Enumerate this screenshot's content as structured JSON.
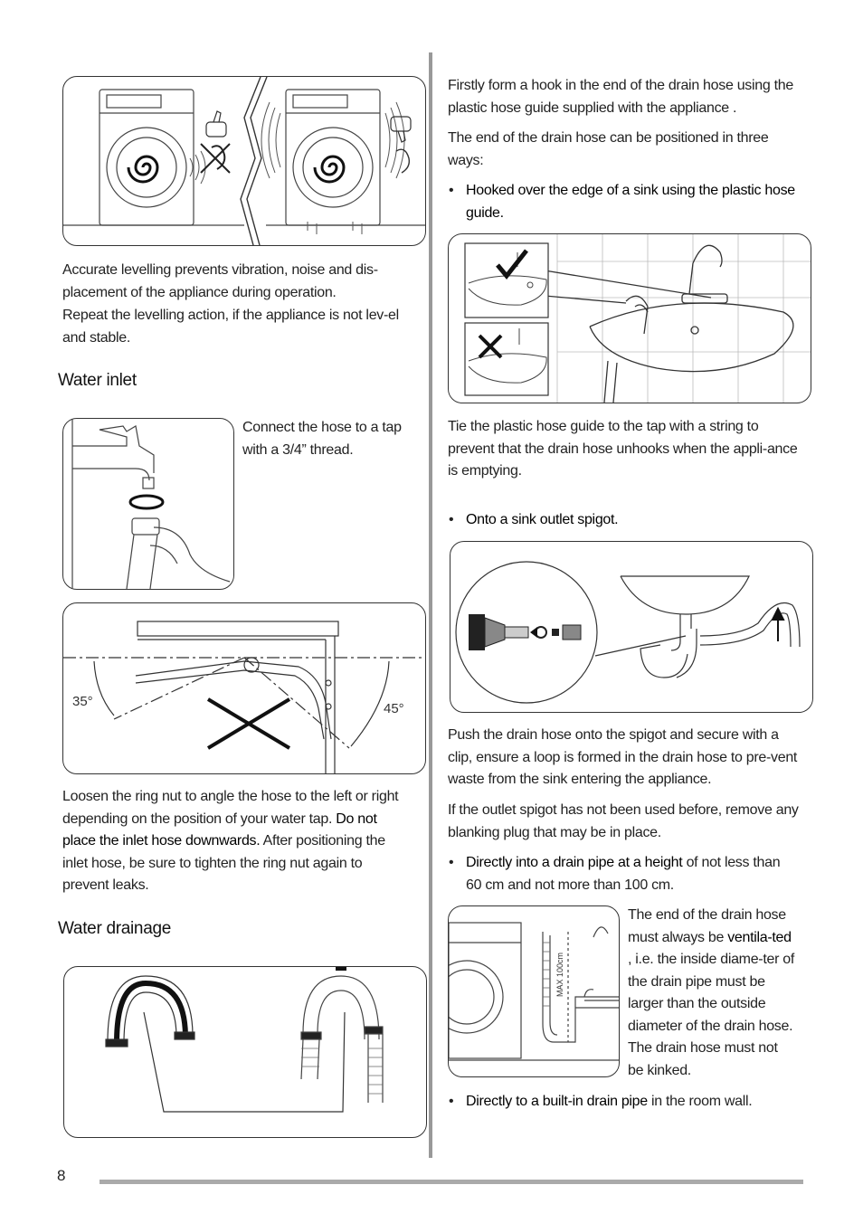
{
  "left": {
    "levelling_text": "Accurate levelling prevents vibration, noise and dis-placement of the appliance during operation.",
    "levelling_text2": "Repeat the levelling action, if the appliance is not lev-el and stable.",
    "water_inlet_heading": "Water inlet",
    "connect_text": "Connect the hose to a tap with a 3/4” thread.",
    "angle_left": "35°",
    "angle_right": "45°",
    "loosen_text_a": "Loosen the ring nut to angle the hose to the left or right depending on the position of your water tap.",
    "loosen_text_bold": "Do not place the inlet hose downwards.",
    "loosen_text_b": "After positioning the inlet hose, be sure to tighten the ring nut again to prevent leaks.",
    "water_drainage_heading": "Water drainage"
  },
  "right": {
    "hook_text": "Firstly form a hook in the end of the drain hose using the plastic hose guide supplied with the appliance .",
    "three_ways_text": "The end of the drain hose can be positioned in three ways:",
    "bullet1": "Hooked over the edge of a sink using the plastic hose guide.",
    "tie_text": "Tie the plastic hose guide to the tap with a string to prevent that the drain hose unhooks when the appli-ance is emptying.",
    "bullet2": "Onto a sink outlet spigot.",
    "push_text": "Push the drain hose onto the spigot and secure with a clip, ensure a loop is formed in the drain hose to pre-vent waste from the sink entering the appliance.",
    "outlet_text": "If the outlet spigot has not been used before, remove any blanking plug that may be in place.",
    "bullet3_bold": "Directly into a drain pipe at a height",
    "bullet3_rest": "of not less than 60 cm and not more than 100 cm.",
    "ventilated_a": "The end of the drain hose must always be",
    "ventilated_bold": "ventila-ted",
    "ventilated_b": ", i.e. the inside diame-ter of the drain pipe must be larger than the outside diameter of the drain hose. The drain hose must not be kinked.",
    "max_label": "MAX 100cm",
    "bullet4_bold": "Directly to a built-in drain pipe",
    "bullet4_rest": "in the room wall."
  },
  "footer": {
    "page_number": "8"
  }
}
